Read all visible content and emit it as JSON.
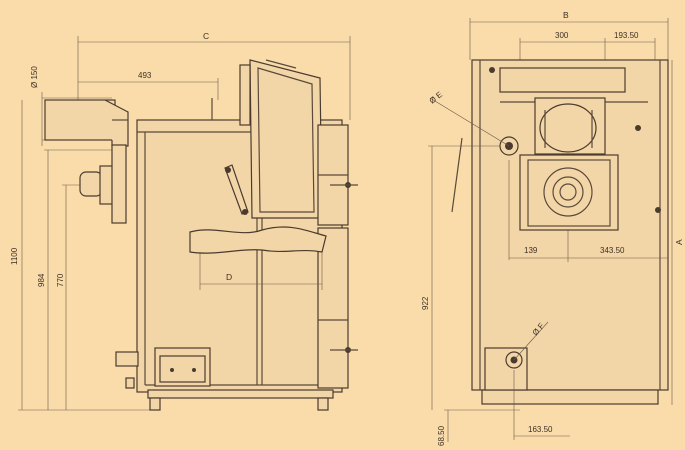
{
  "side_view": {
    "dims": {
      "c": "C",
      "d": "D",
      "d493": "493",
      "dia150": "Ø 150",
      "h1100": "1100",
      "h984": "984",
      "h770": "770"
    }
  },
  "rear_view": {
    "dims": {
      "b": "B",
      "a": "A",
      "w300": "300",
      "w193": "193.50",
      "w139": "139",
      "w343": "343.50",
      "h922": "922",
      "w163": "163.50",
      "h68": "68.50",
      "diaE": "Ø E",
      "diaF": "Ø F"
    }
  },
  "colors": {
    "background": "#f9dcaa",
    "line": "#5a4a3a",
    "fill": "#f3d6a8"
  }
}
